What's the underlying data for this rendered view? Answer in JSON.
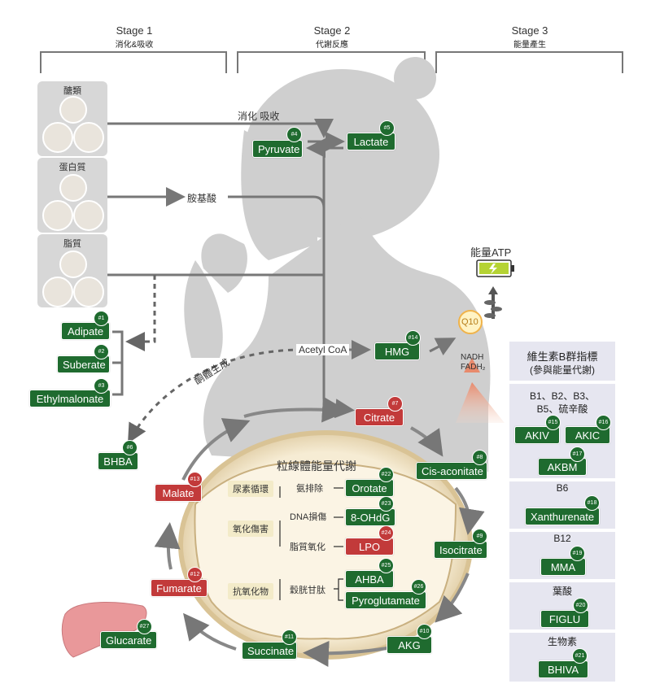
{
  "stages": [
    {
      "title": "Stage 1",
      "subtitle": "消化&吸收"
    },
    {
      "title": "Stage 2",
      "subtitle": "代謝反應"
    },
    {
      "title": "Stage 3",
      "subtitle": "能量產生"
    }
  ],
  "food": {
    "carbs": "醣類",
    "protein": "蛋白質",
    "fat": "脂質"
  },
  "flow_labels": {
    "digest": "消化 吸收",
    "amino": "胺基酸",
    "acetyl": "Acetyl CoA",
    "ketone": "酮體生成",
    "atp": "能量ATP",
    "nadh": "NADH",
    "fadh": "FADH₂",
    "q10": "Q10"
  },
  "markers": [
    {
      "name": "Adipate",
      "num": "#1"
    },
    {
      "name": "Suberate",
      "num": "#2"
    },
    {
      "name": "Ethylmalonate",
      "num": "#3"
    },
    {
      "name": "Pyruvate",
      "num": "#4"
    },
    {
      "name": "Lactate",
      "num": "#5"
    },
    {
      "name": "BHBA",
      "num": "#6"
    },
    {
      "name": "Citrate",
      "num": "#7"
    },
    {
      "name": "Cis-aconitate",
      "num": "#8"
    },
    {
      "name": "Isocitrate",
      "num": "#9"
    },
    {
      "name": "AKG",
      "num": "#10"
    },
    {
      "name": "Succinate",
      "num": "#11"
    },
    {
      "name": "Fumarate",
      "num": "#12"
    },
    {
      "name": "Malate",
      "num": "#13"
    },
    {
      "name": "HMG",
      "num": "#14"
    },
    {
      "name": "AKIV",
      "num": "#15"
    },
    {
      "name": "AKIC",
      "num": "#16"
    },
    {
      "name": "AKBM",
      "num": "#17"
    },
    {
      "name": "Xanthurenate",
      "num": "#18"
    },
    {
      "name": "MMA",
      "num": "#19"
    },
    {
      "name": "FIGLU",
      "num": "#20"
    },
    {
      "name": "BHIVA",
      "num": "#21"
    },
    {
      "name": "Orotate",
      "num": "#22"
    },
    {
      "name": "8-OHdG",
      "num": "#23"
    },
    {
      "name": "LPO",
      "num": "#24"
    },
    {
      "name": "AHBA",
      "num": "#25"
    },
    {
      "name": "Pyroglutamate",
      "num": "#26"
    },
    {
      "name": "Glucarate",
      "num": "#27"
    }
  ],
  "mito": {
    "title": "粒線體能量代謝",
    "urea": "尿素循環",
    "ammonia": "氨排除",
    "oxidative": "氧化傷害",
    "dna": "DNA損傷",
    "lipid": "脂質氧化",
    "antiox": "抗氧化物",
    "gsh": "穀胱甘肽"
  },
  "vitamin_panel": {
    "title": "維生素B群指標",
    "title2": "(參與能量代謝)",
    "b_group": "B1、B2、B3、",
    "b_group2": "B5、硫辛酸",
    "b6": "B6",
    "b12": "B12",
    "folate": "葉酸",
    "biotin": "生物素"
  },
  "colors": {
    "green": "#1f6b2f",
    "red": "#c23a3a",
    "panel": "#e6e6f0",
    "silhouette": "#c8c8c8",
    "mito_ring": "#e6d3a8"
  }
}
